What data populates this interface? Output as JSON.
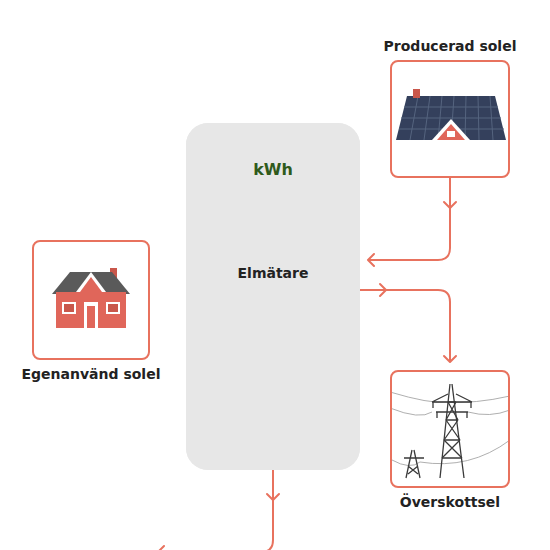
{
  "diagram": {
    "nodes": [
      {
        "text": [
          "Producerad solel"
        ]
      },
      {
        "text": [
          "kWh",
          "Elmätare"
        ]
      },
      {
        "text": [
          "Egenanvänd solel"
        ]
      },
      {
        "text": [
          "Överskottsel"
        ]
      }
    ],
    "edges": [
      {
        "from": 0,
        "to": 1,
        "arrow": "to"
      },
      {
        "from": 1,
        "to": 2,
        "arrow": "to"
      },
      {
        "from": 1,
        "to": 3,
        "arrow": "to"
      }
    ]
  }
}
